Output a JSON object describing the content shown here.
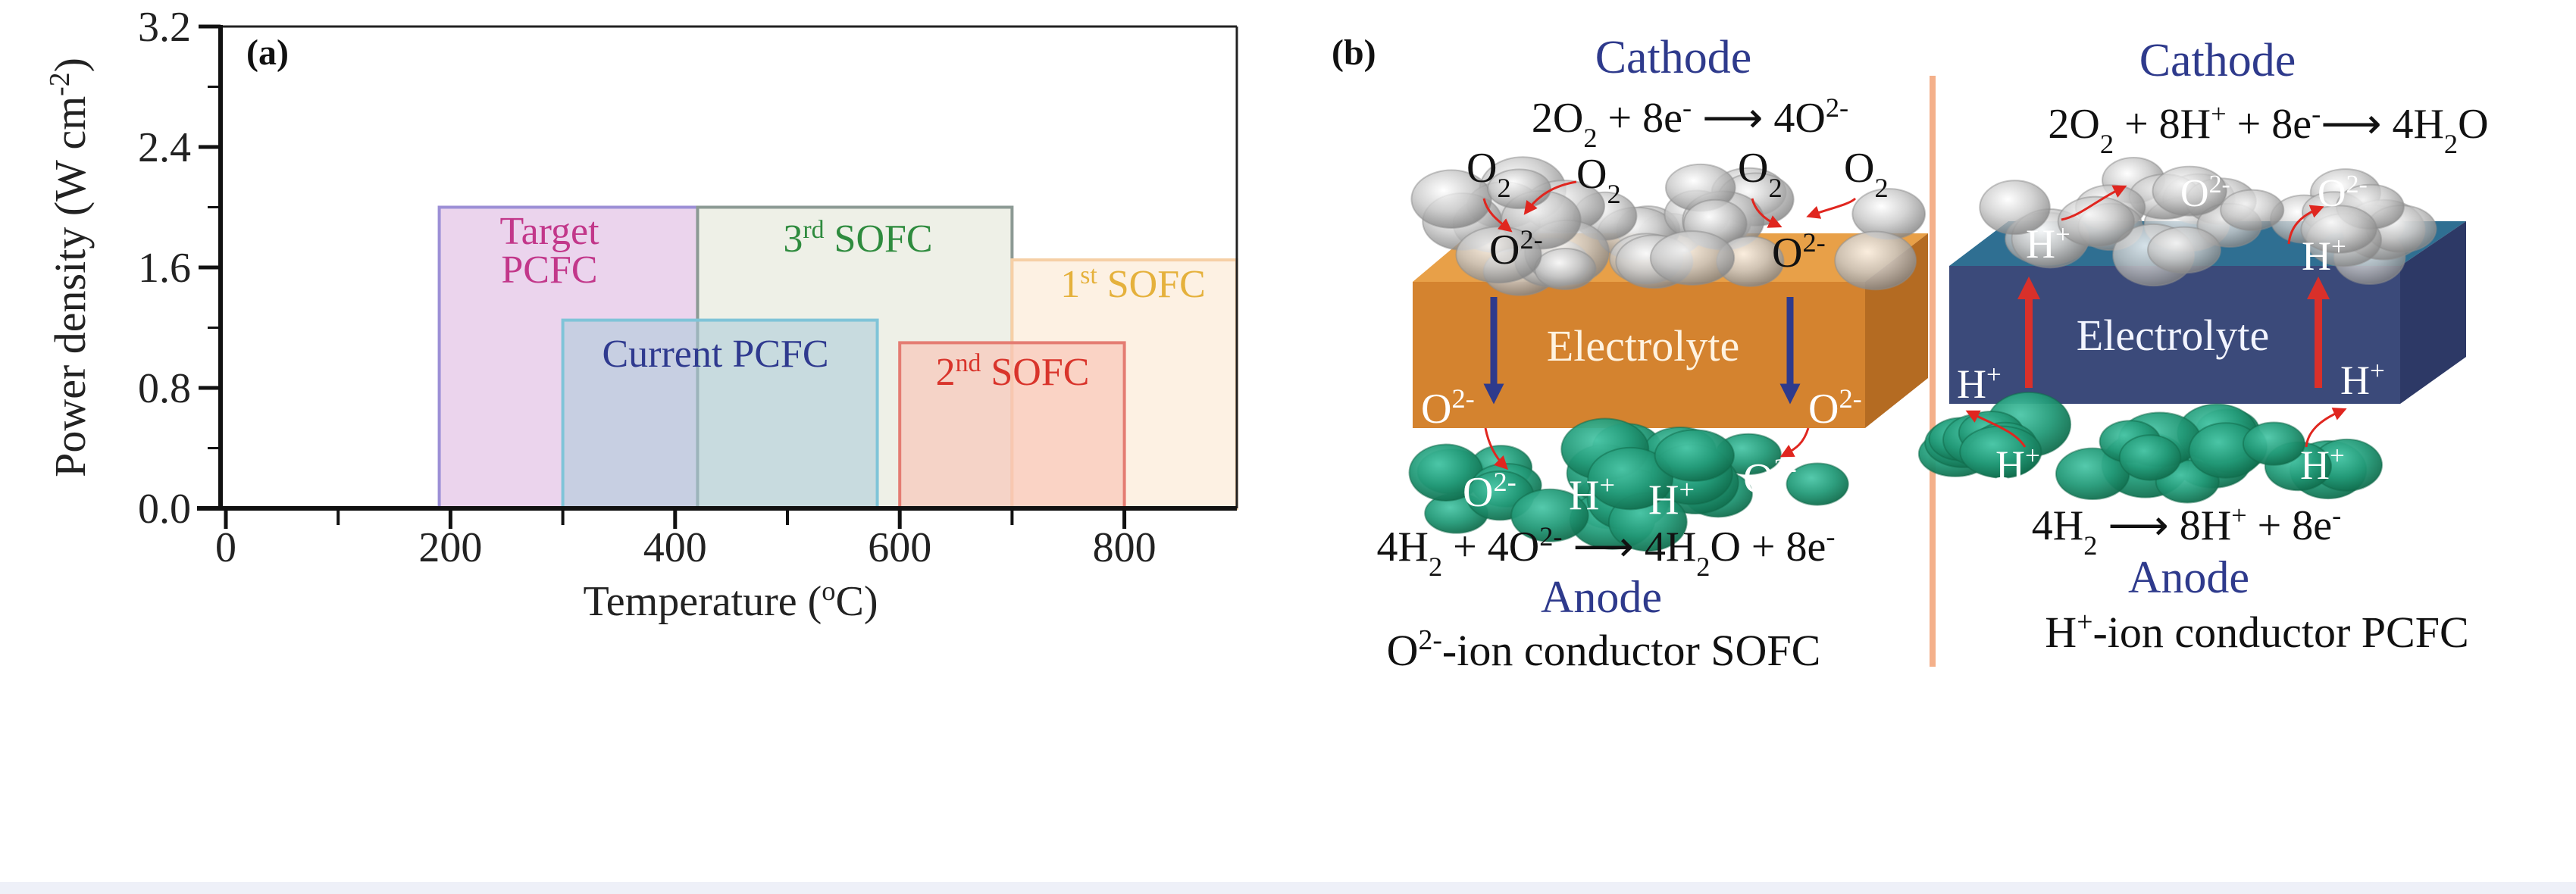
{
  "figure": {
    "panel_a_label": "(a)",
    "panel_b_label": "(b)"
  },
  "chart_data": {
    "type": "bar",
    "subtype": "range-rectangles",
    "title": "",
    "xlabel": [
      [
        "Temperature (",
        ""
      ],
      [
        "o",
        "sup"
      ],
      [
        "C)",
        ""
      ]
    ],
    "ylabel": [
      [
        "Power density (W cm",
        ""
      ],
      [
        "-2",
        "sup"
      ],
      [
        ")",
        ""
      ]
    ],
    "xlim": [
      0,
      900
    ],
    "ylim": [
      0,
      3.2
    ],
    "x_ticks": [
      0,
      200,
      400,
      600,
      800
    ],
    "x_tick_labels": [
      "0",
      "200",
      "400",
      "600",
      "800"
    ],
    "x_minor_ticks": [
      100,
      300,
      500,
      700
    ],
    "y_ticks": [
      0,
      0.8,
      1.6,
      2.4,
      3.2
    ],
    "y_tick_labels": [
      "0.0",
      "0.8",
      "1.6",
      "2.4",
      "3.2"
    ],
    "y_minor_ticks": [
      0.4,
      1.2,
      2.0,
      2.8
    ],
    "grid": false,
    "series": [
      {
        "name": "Target PCFC",
        "label": [
          [
            "Target",
            ""
          ]
        ],
        "label2": [
          [
            "PCFC",
            ""
          ]
        ],
        "x_range": [
          190,
          420
        ],
        "y_range": [
          0,
          2.0
        ],
        "fill": "#e7cdea",
        "stroke": "#9c8fd6",
        "text_color": "#c2378a"
      },
      {
        "name": "3rd SOFC",
        "label": [
          [
            "3",
            ""
          ],
          [
            "rd",
            "sup"
          ],
          [
            " SOFC",
            ""
          ]
        ],
        "x_range": [
          420,
          700
        ],
        "y_range": [
          0,
          2.0
        ],
        "fill": "#eceee4",
        "stroke": "#8c9a94",
        "text_color": "#2e8b3e"
      },
      {
        "name": "1st SOFC",
        "label": [
          [
            "1",
            ""
          ],
          [
            "st",
            "sup"
          ],
          [
            " SOFC",
            ""
          ]
        ],
        "x_range": [
          700,
          900
        ],
        "y_range": [
          0,
          1.65
        ],
        "fill": "#fdf0e0",
        "stroke": "#f6cfa5",
        "text_color": "#e5b13c"
      },
      {
        "name": "Current PCFC",
        "label": [
          [
            "Current PCFC",
            ""
          ]
        ],
        "x_range": [
          300,
          580
        ],
        "y_range": [
          0,
          1.25
        ],
        "fill": "#a9cbd9",
        "stroke": "#7fc4d8",
        "text_color": "#2f3a8f"
      },
      {
        "name": "2nd SOFC",
        "label": [
          [
            "2",
            ""
          ],
          [
            "nd",
            "sup"
          ],
          [
            " SOFC",
            ""
          ]
        ],
        "x_range": [
          600,
          800
        ],
        "y_range": [
          0,
          1.1
        ],
        "fill": "#f9c3b6",
        "stroke": "#e47c72",
        "text_color": "#d9342b"
      }
    ]
  },
  "diagram": {
    "sofc": {
      "cathode_label": "Cathode",
      "cathode_equation": [
        [
          "2O",
          ""
        ],
        [
          "2",
          "sub"
        ],
        [
          " + 8e",
          ""
        ],
        [
          "-",
          "sup"
        ],
        [
          " ⟶ 4O",
          ""
        ],
        [
          "2-",
          "sup"
        ]
      ],
      "o2_label": [
        [
          "O",
          ""
        ],
        [
          "2",
          "sub"
        ]
      ],
      "oxide_ion_label": [
        [
          "O",
          ""
        ],
        [
          "2-",
          "sup"
        ]
      ],
      "proton_label": [
        [
          "H",
          ""
        ],
        [
          "+",
          "sup"
        ]
      ],
      "electrolyte_label": "Electrolyte",
      "anode_equation": [
        [
          "4H",
          ""
        ],
        [
          "2",
          "sub"
        ],
        [
          " + 4O",
          ""
        ],
        [
          "2-",
          "sup"
        ],
        [
          " ⟶ 4H",
          ""
        ],
        [
          "2",
          "sub"
        ],
        [
          "O + 8e",
          ""
        ],
        [
          "-",
          "sup"
        ]
      ],
      "anode_label": "Anode",
      "caption": [
        [
          "O",
          ""
        ],
        [
          "2-",
          "sup"
        ],
        [
          "-ion conductor SOFC",
          ""
        ]
      ],
      "electrolyte_color": "#d4832f"
    },
    "pcfc": {
      "cathode_label": "Cathode",
      "cathode_equation": [
        [
          "2O",
          ""
        ],
        [
          "2",
          "sub"
        ],
        [
          " + 8H",
          ""
        ],
        [
          "+",
          "sup"
        ],
        [
          " + 8e",
          ""
        ],
        [
          "-",
          "sup"
        ],
        [
          "⟶ 4H",
          ""
        ],
        [
          "2",
          "sub"
        ],
        [
          "O",
          ""
        ]
      ],
      "oxide_ion_label": [
        [
          "O",
          ""
        ],
        [
          "2-",
          "sup"
        ]
      ],
      "proton_label": [
        [
          "H",
          ""
        ],
        [
          "+",
          "sup"
        ]
      ],
      "electrolyte_label": "Electrolyte",
      "anode_equation": [
        [
          "4H",
          ""
        ],
        [
          "2",
          "sub"
        ],
        [
          " ⟶ 8H",
          ""
        ],
        [
          "+",
          "sup"
        ],
        [
          " + 8e",
          ""
        ],
        [
          "-",
          "sup"
        ]
      ],
      "anode_label": "Anode",
      "caption": [
        [
          "H",
          ""
        ],
        [
          "+",
          "sup"
        ],
        [
          "-ion conductor PCFC",
          ""
        ]
      ],
      "electrolyte_color": "#3b4a7a"
    },
    "accent_blue": "#2e3a8c",
    "arrow_red": "#d9302a",
    "divider_color": "#f4b08a"
  }
}
